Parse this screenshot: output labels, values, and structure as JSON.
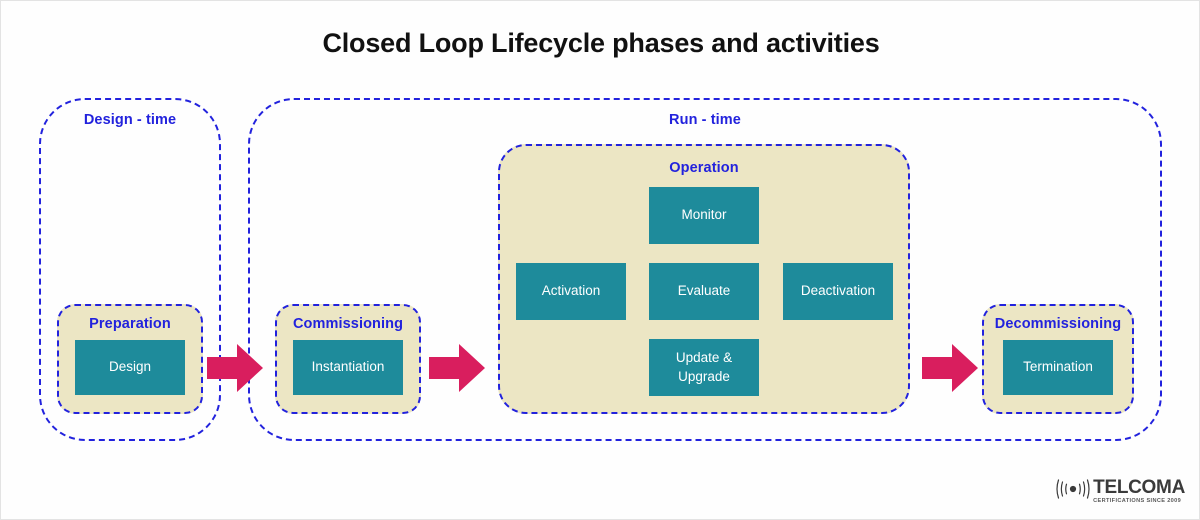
{
  "page": {
    "title": "Closed Loop Lifecycle phases and activities",
    "background_color": "#fefefe"
  },
  "colors": {
    "accent_blue": "#2222dd",
    "beige_fill": "#ece6c4",
    "teal_fill": "#1e8b9b",
    "arrow_pink": "#d91e5e",
    "title_text": "#111111"
  },
  "zones": [
    {
      "id": "design-time",
      "label": "Design - time"
    },
    {
      "id": "run-time",
      "label": "Run - time"
    }
  ],
  "phases": [
    {
      "id": "preparation",
      "label": "Preparation",
      "activities": [
        {
          "id": "design",
          "label": "Design"
        }
      ]
    },
    {
      "id": "commissioning",
      "label": "Commissioning",
      "activities": [
        {
          "id": "instantiation",
          "label": "Instantiation"
        }
      ]
    },
    {
      "id": "operation",
      "label": "Operation",
      "activities": [
        {
          "id": "monitor",
          "label": "Monitor"
        },
        {
          "id": "activation",
          "label": "Activation"
        },
        {
          "id": "evaluate",
          "label": "Evaluate"
        },
        {
          "id": "deactivation",
          "label": "Deactivation"
        },
        {
          "id": "update-upgrade",
          "label": "Update & Upgrade"
        }
      ]
    },
    {
      "id": "decommissioning",
      "label": "Decommissioning",
      "activities": [
        {
          "id": "termination",
          "label": "Termination"
        }
      ]
    }
  ],
  "arrows": [
    {
      "id": "arrow-preparation-to-commissioning",
      "direction": "right"
    },
    {
      "id": "arrow-commissioning-to-operation",
      "direction": "right"
    },
    {
      "id": "arrow-operation-to-decommissioning",
      "direction": "right"
    }
  ],
  "logo": {
    "brand": "TELCOMA",
    "tagline": "CERTIFICATIONS SINCE 2009",
    "icon": "signal-waves-icon"
  }
}
